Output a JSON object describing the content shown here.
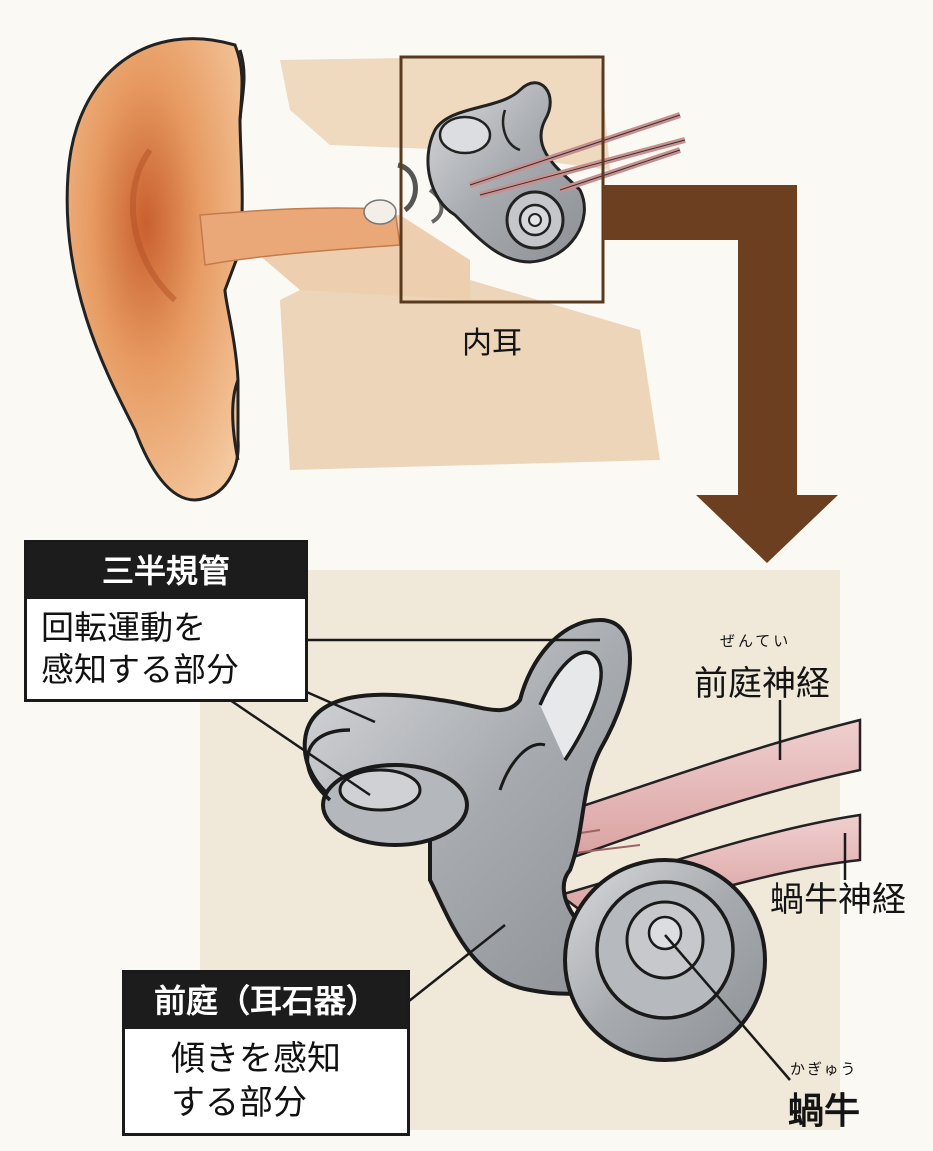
{
  "labels": {
    "inner_ear": "内耳",
    "vestibular_nerve": "前庭神経",
    "vestibular_nerve_ruby": "ぜんてい",
    "cochlear_nerve": "蝸牛神経",
    "cochlea": "蝸牛",
    "cochlea_ruby": "かぎゅう"
  },
  "callouts": {
    "semicircular_canals": {
      "title": "三半規管",
      "body_line1": "回転運動を",
      "body_line2": "感知する部分"
    },
    "vestibule": {
      "title": "前庭（耳石器）",
      "body_line1": "傾きを感知",
      "body_line2": "する部分"
    }
  },
  "colors": {
    "skin": "#eaa46c",
    "arrow": "#6b3f1f",
    "nerve": "#e4b6b6",
    "labyrinth": "#b9bcc0",
    "callout_header": "#1c1c1c"
  }
}
